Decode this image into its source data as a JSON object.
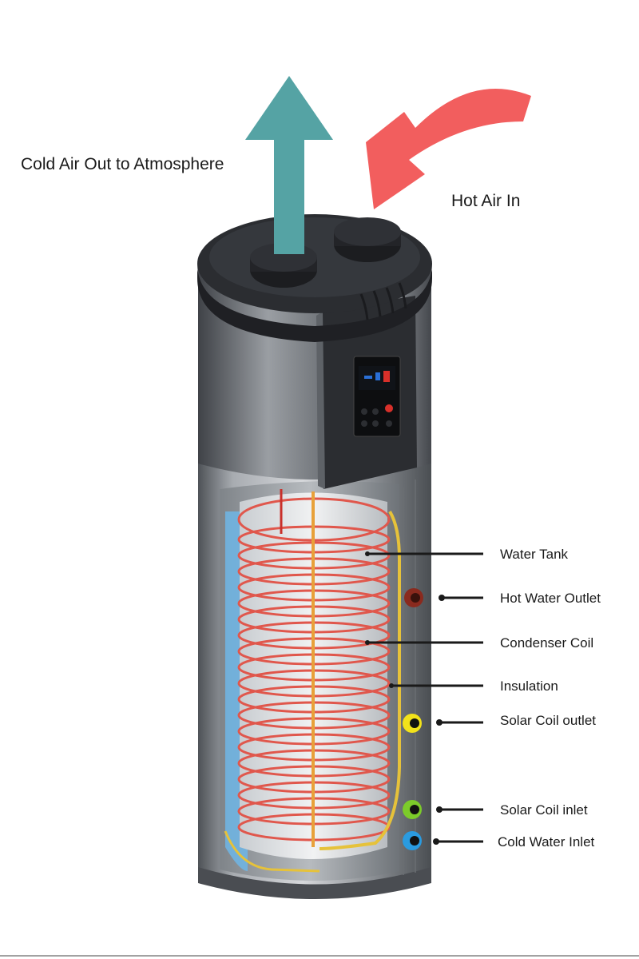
{
  "arrows": {
    "cold_air_out": {
      "label": "Cold Air Out to Atmosphere",
      "color": "#55a3a4"
    },
    "hot_air_in": {
      "label": "Hot Air In",
      "color": "#f25e5e"
    }
  },
  "callouts": [
    {
      "label": "Water Tank"
    },
    {
      "label": "Hot Water Outlet",
      "port_color": "#8a2a1e"
    },
    {
      "label": "Condenser Coil"
    },
    {
      "label": "Insulation"
    },
    {
      "label": "Solar Coil outlet",
      "port_color": "#f2e21a"
    },
    {
      "label": "Solar Coil inlet",
      "port_color": "#7ccb2a"
    },
    {
      "label": "Cold Water Inlet",
      "port_color": "#2a9be0"
    }
  ],
  "colors": {
    "coil": "#e0574c",
    "insulation": "#e6c23a",
    "tank_liner": "#6fb6e6",
    "housing_dark": "#2b2d31",
    "body_steel": "#8d9196"
  }
}
